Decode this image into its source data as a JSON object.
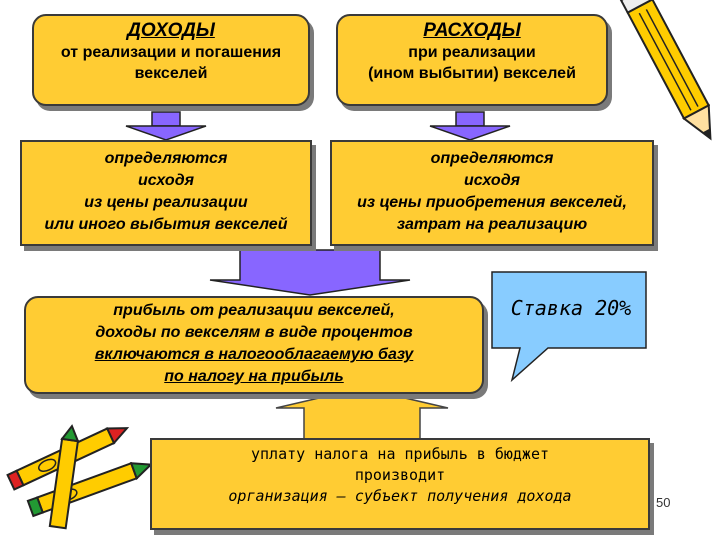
{
  "income": {
    "title": "ДОХОДЫ",
    "subtitle_lines": [
      "от реализации и погашения",
      "векселей"
    ]
  },
  "expenses": {
    "title": "РАСХОДЫ",
    "subtitle_lines": [
      "при реализации",
      "(ином выбытии) векселей"
    ]
  },
  "income_determined": {
    "lines": [
      "определяются",
      "исходя",
      "из цены реализации",
      "или иного выбытия векселей"
    ]
  },
  "expenses_determined": {
    "lines": [
      "определяются",
      "исходя",
      "из цены приобретения векселей,",
      "затрат на реализацию"
    ]
  },
  "profit": {
    "lines": [
      "прибыль от реализации векселей,",
      "доходы по векселям в виде процентов",
      "включаются в налогооблагаемую базу",
      "по налогу на прибыль"
    ]
  },
  "rate_callout": {
    "text": "Ставка 20%"
  },
  "tax_payment": {
    "lines": [
      "уплату налога на прибыль в бюджет",
      "производит",
      "организация – субъект получения дохода"
    ]
  },
  "page_number": "50",
  "colors": {
    "box_fill": "#ffcc33",
    "arrow_fill": "#8866ff",
    "callout_fill": "#88ccff",
    "pencil_body": "#ffcc00"
  }
}
